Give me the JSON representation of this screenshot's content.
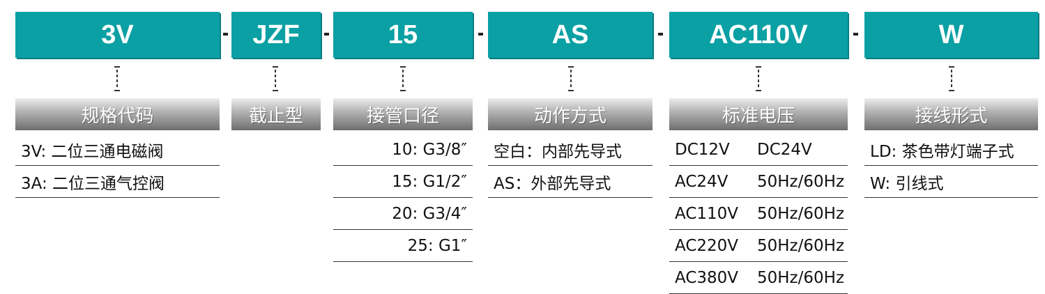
{
  "codes": [
    "3V",
    "JZF",
    "15",
    "AS",
    "AC110V",
    "W"
  ],
  "labels": [
    "规格代码",
    "截止型",
    "接管口径",
    "动作方式",
    "标准电压",
    "接线形式"
  ],
  "dash": "-",
  "col1_options": [
    "3V: 二位三通电磁阀",
    "3A: 二位三通气控阀"
  ],
  "col3_options": [
    "10: G3/8″",
    "15: G1/2″",
    "20: G3/4″",
    "25: G1″"
  ],
  "col4_options": [
    "空白：内部先导式",
    "AS：外部先导式"
  ],
  "col5_options": [
    {
      "voltage": "DC12V",
      "freq": "DC24V"
    },
    {
      "voltage": "AC24V",
      "freq": "50Hz/60Hz"
    },
    {
      "voltage": "AC110V",
      "freq": "50Hz/60Hz"
    },
    {
      "voltage": "AC220V",
      "freq": "50Hz/60Hz"
    },
    {
      "voltage": "AC380V",
      "freq": "50Hz/60Hz"
    }
  ],
  "col6_options": [
    "LD: 茶色带灯端子式",
    "W: 引线式"
  ],
  "colors": {
    "code_bg": "#0aa0a4",
    "label_bg": "#8a8a8a",
    "text": "#111111"
  }
}
